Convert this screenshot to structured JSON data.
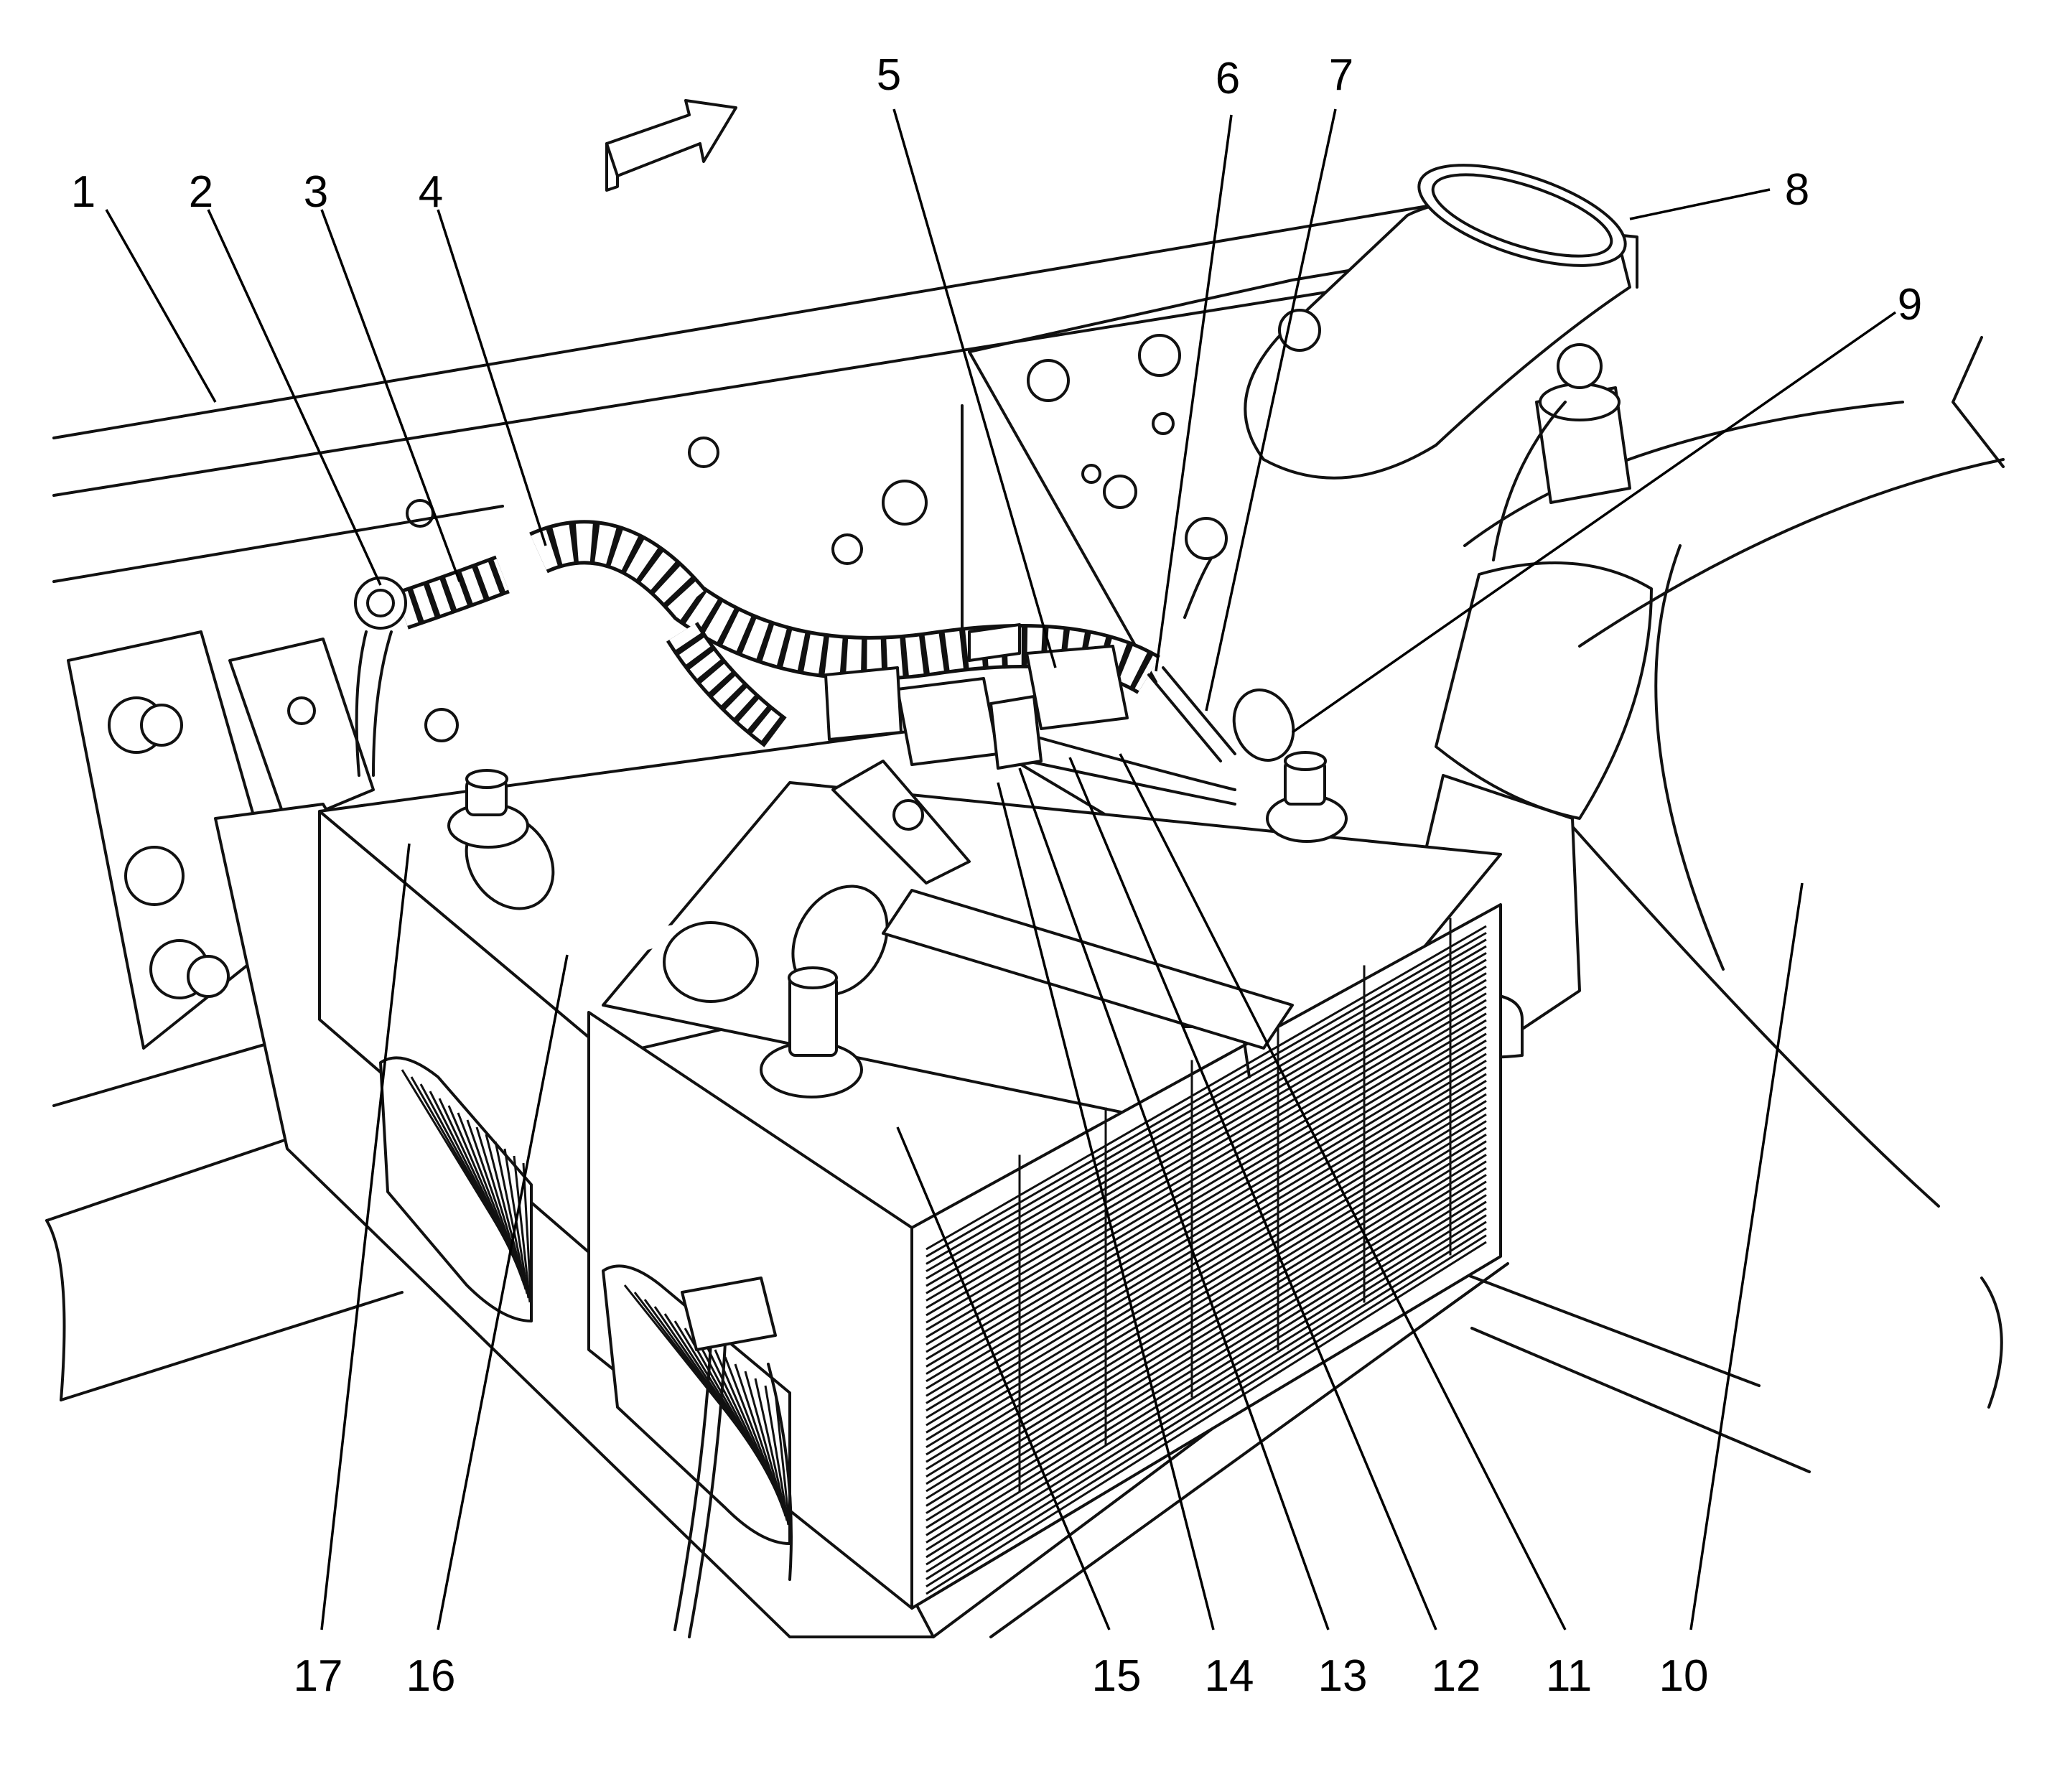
{
  "callouts": [
    {
      "label": "1"
    },
    {
      "label": "2"
    },
    {
      "label": "3"
    },
    {
      "label": "4"
    },
    {
      "label": "5"
    },
    {
      "label": "6"
    },
    {
      "label": "7"
    },
    {
      "label": "8"
    },
    {
      "label": "9"
    },
    {
      "label": "10"
    },
    {
      "label": "11"
    },
    {
      "label": "12"
    },
    {
      "label": "13"
    },
    {
      "label": "14"
    },
    {
      "label": "15"
    },
    {
      "label": "16"
    },
    {
      "label": "17"
    }
  ],
  "colors": {
    "ink": "#111111",
    "background": "#ffffff"
  }
}
